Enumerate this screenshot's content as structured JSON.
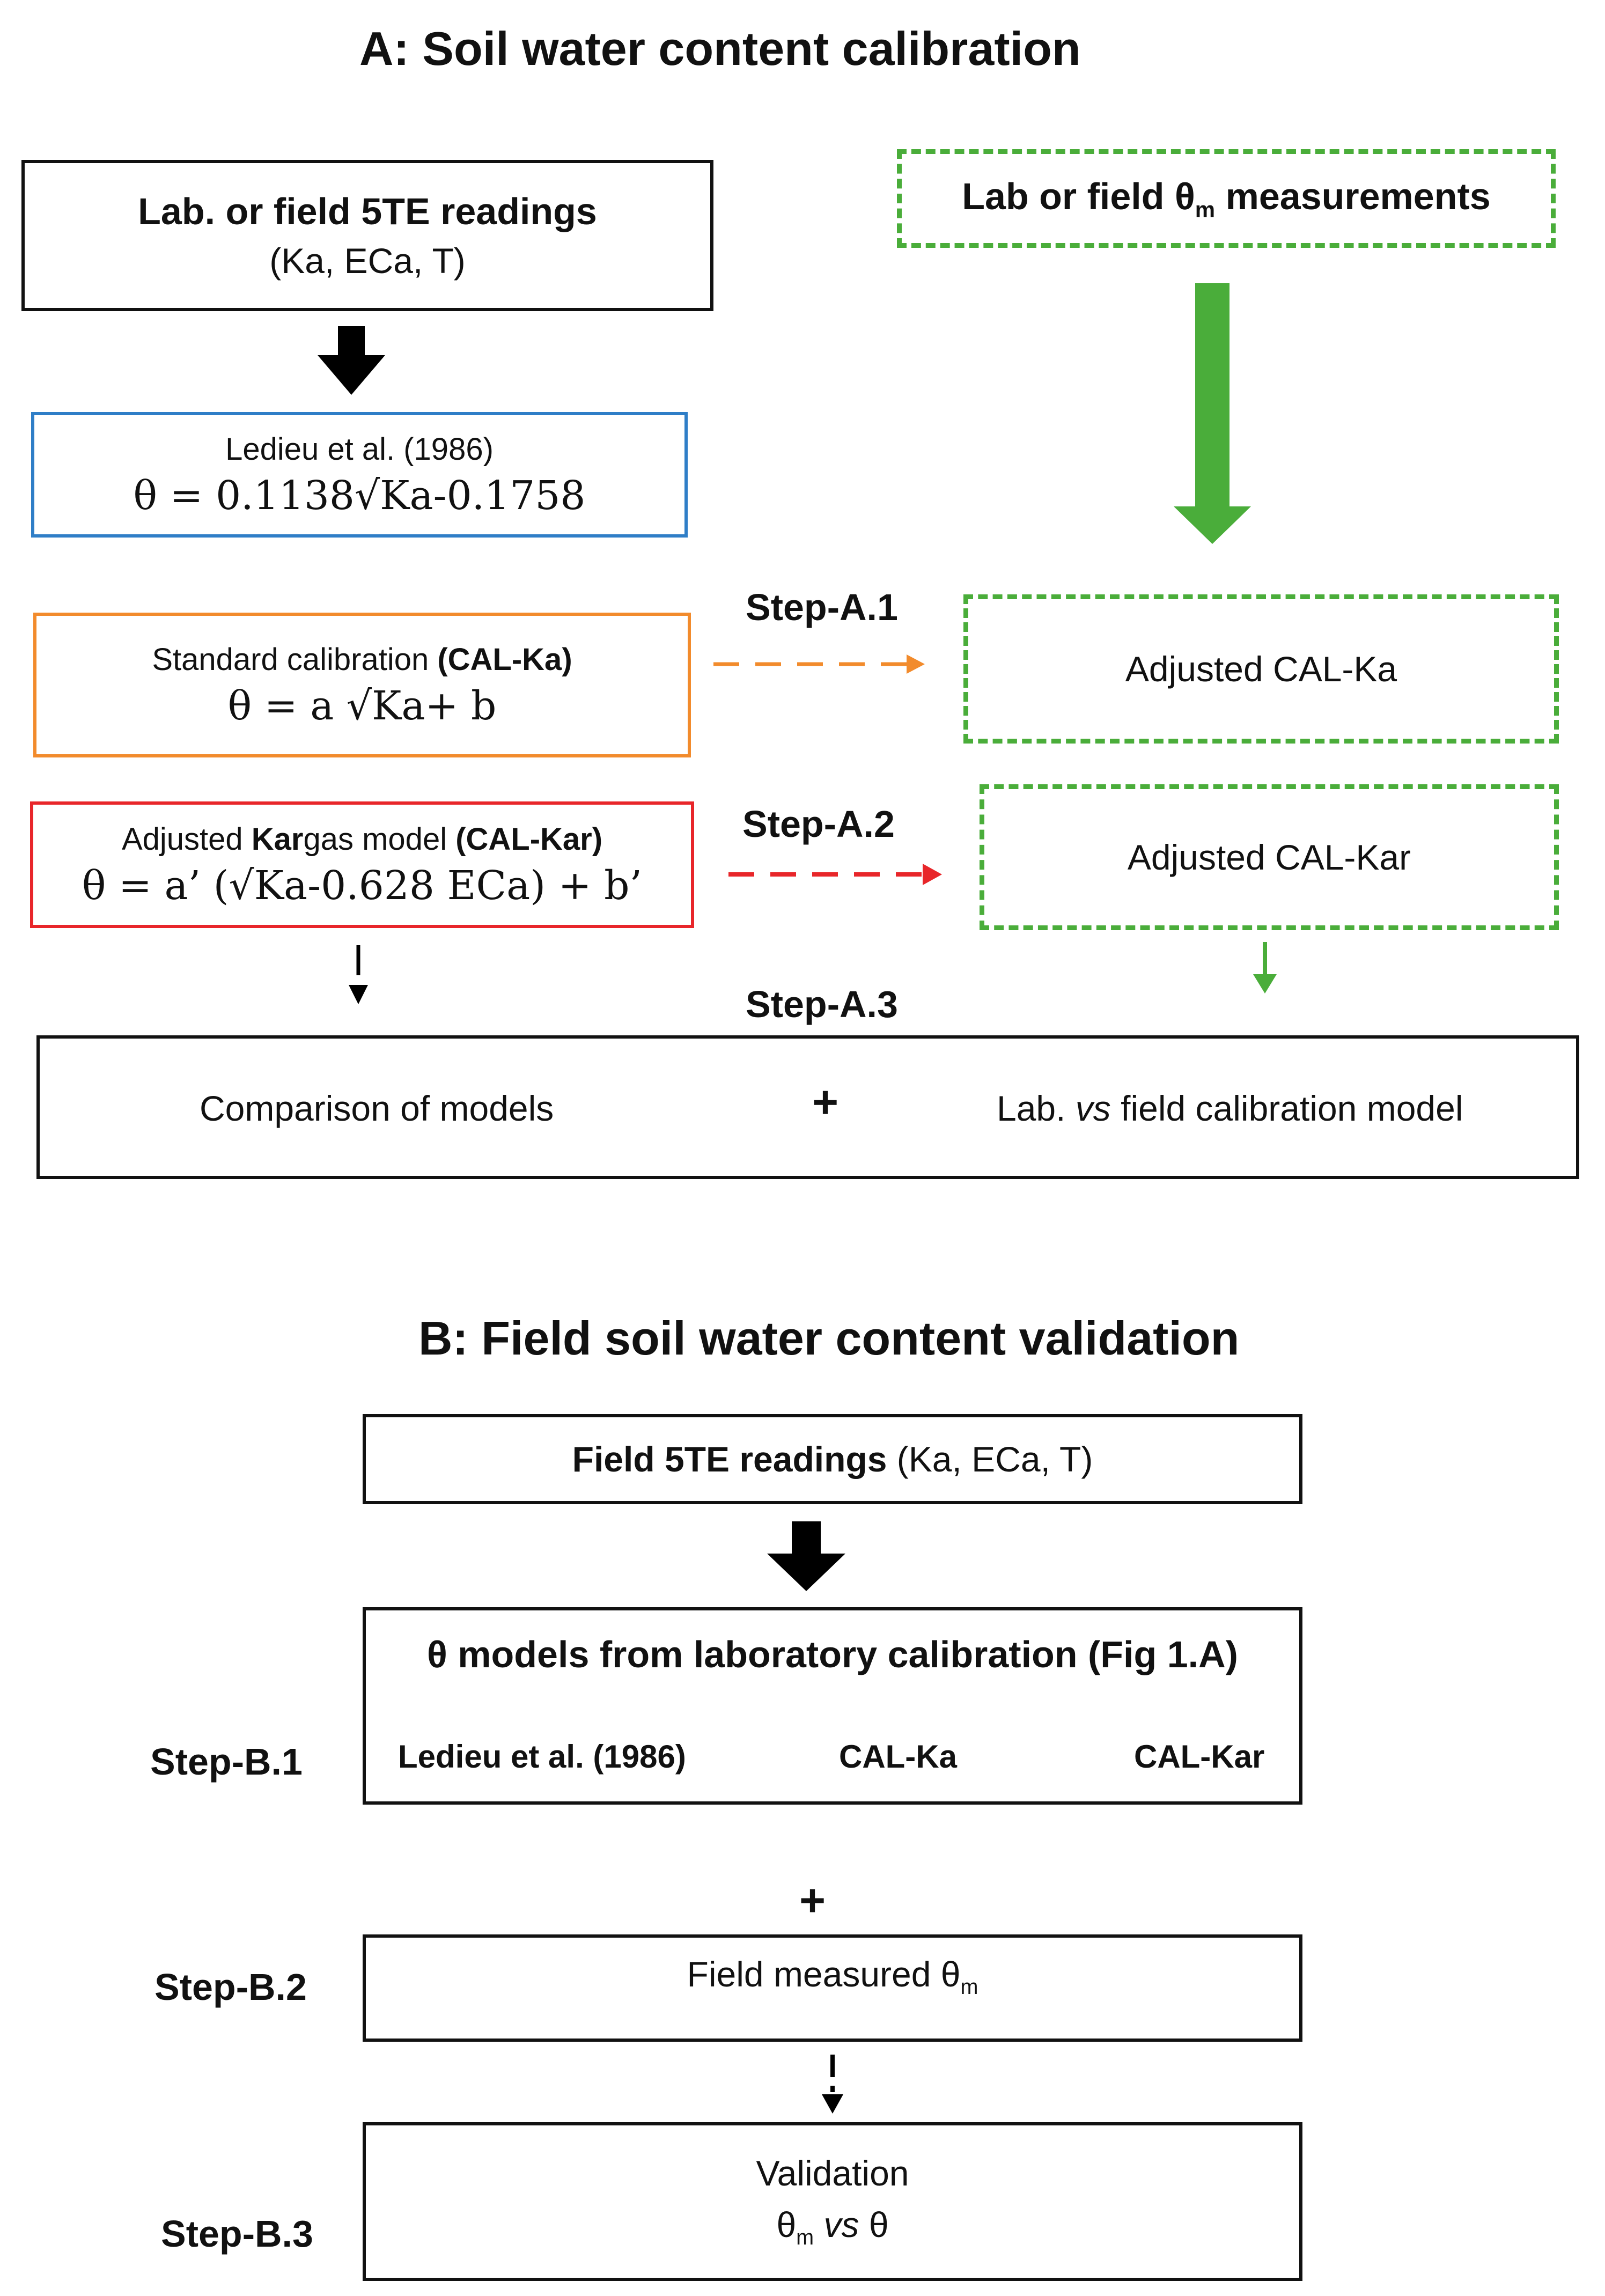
{
  "section_a": {
    "title": "A: Soil water content calibration",
    "readings_box": {
      "title": "Lab. or field 5TE readings",
      "sub": "(Ka, ECa, T)"
    },
    "measurements_box": {
      "title_pre": "Lab or field θ",
      "title_sub": "m",
      "title_post": " measurements"
    },
    "ledieu_box": {
      "title": "Ledieu et al. (1986)",
      "equation": "θ = 0.1138√Ka-0.1758"
    },
    "standard_box": {
      "title_pre": "Standard calibration ",
      "title_bold": "(CAL-Ka)",
      "equation": "θ = a √Ka+ b"
    },
    "kargas_box": {
      "title_pre": "Adjusted ",
      "title_bold1": "Kar",
      "title_mid": "gas model ",
      "title_bold2": "(CAL-Kar)",
      "equation": "θ = a’ (√Ka-0.628 ECa) + b’"
    },
    "adjusted_ka": "Adjusted CAL-Ka",
    "adjusted_kar": "Adjusted CAL-Kar",
    "steps": {
      "a1": "Step-A.1",
      "a2": "Step-A.2",
      "a3": "Step-A.3"
    },
    "comparison_box": {
      "left": "Comparison of models",
      "plus": "+",
      "right_pre": "Lab. ",
      "right_italic": "vs",
      "right_post": " field calibration model"
    }
  },
  "section_b": {
    "title": "B: Field soil water content validation",
    "readings_box": {
      "bold": "Field 5TE readings",
      "normal": " (Ka, ECa, T)"
    },
    "models_box": {
      "title": "θ models from laboratory calibration (Fig 1.A)",
      "items": [
        "Ledieu et al. (1986)",
        "CAL-Ka",
        "CAL-Kar"
      ]
    },
    "plus": "+",
    "measured_box": {
      "text_pre": "Field measured θ",
      "text_sub": "m"
    },
    "validation_box": {
      "title": "Validation",
      "line_pre": "θ",
      "line_sub": "m",
      "line_italic": " vs",
      "line_post": " θ"
    },
    "steps": {
      "b1": "Step-B.1",
      "b2": "Step-B.2",
      "b3": "Step-B.3"
    }
  }
}
